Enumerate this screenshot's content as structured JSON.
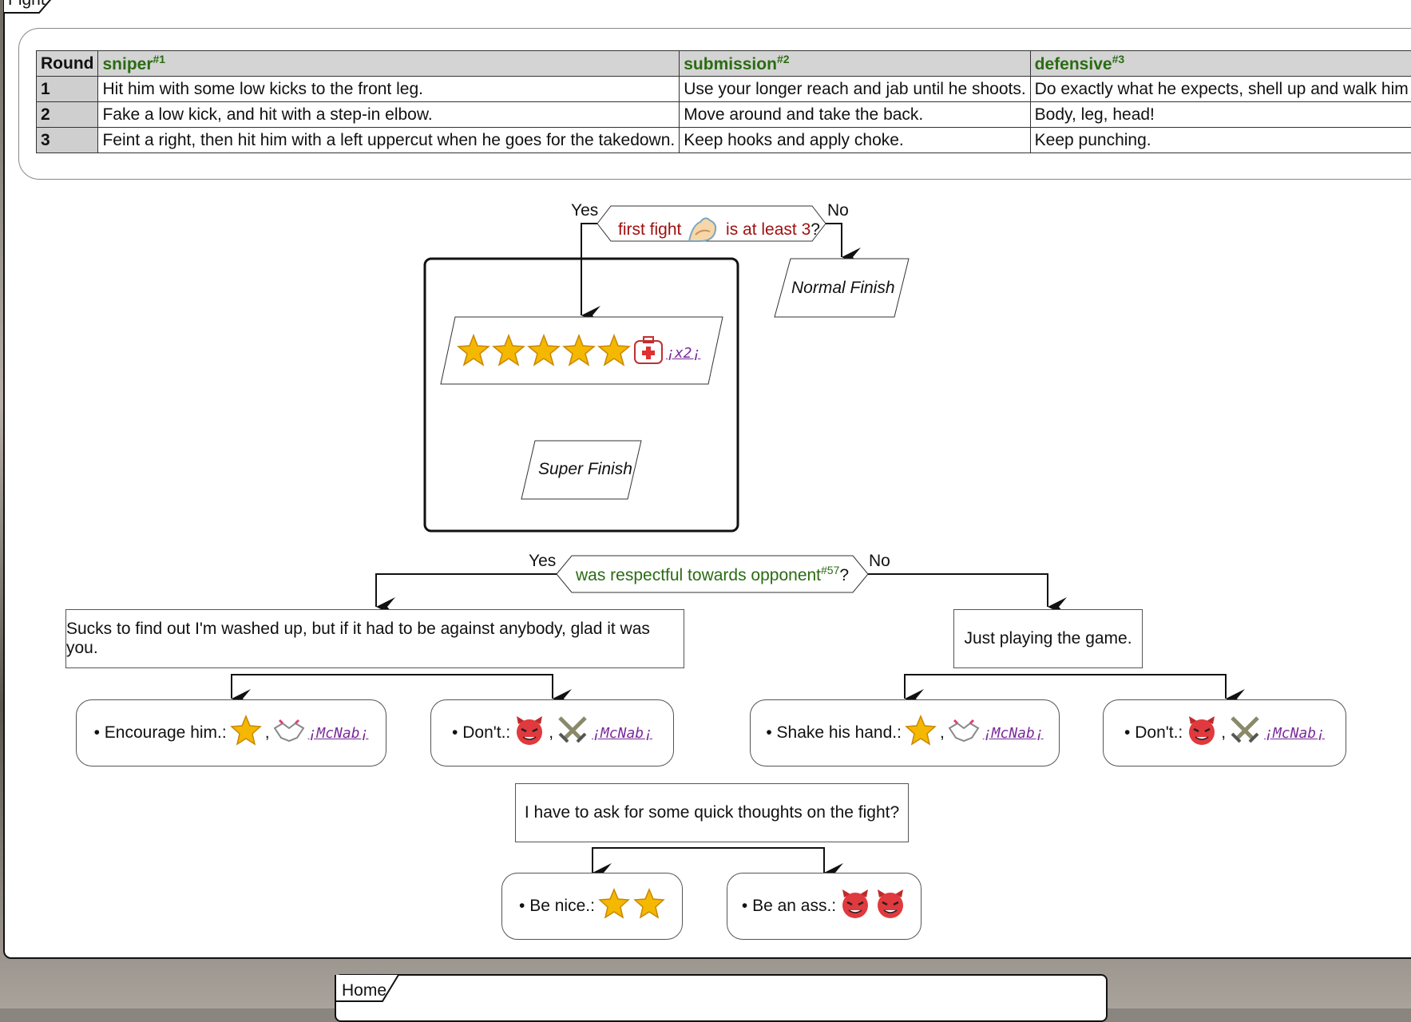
{
  "fight_tab": "Fight",
  "home_tab": "Home",
  "table": {
    "headers": [
      {
        "label": "Round",
        "sup": ""
      },
      {
        "label": "sniper",
        "sup": "#1"
      },
      {
        "label": "submission",
        "sup": "#2"
      },
      {
        "label": "defensive",
        "sup": "#3"
      }
    ],
    "rows": [
      {
        "round": "1",
        "sniper": "Hit him with some low kicks to the front leg.",
        "submission": "Use your longer reach and jab until he shoots.",
        "defensive": "Do exactly what he expects, shell up and walk him down."
      },
      {
        "round": "2",
        "sniper": "Fake a low kick, and hit with a step-in elbow.",
        "submission": "Move around and take the back.",
        "defensive": "Body, leg, head!"
      },
      {
        "round": "3",
        "sniper": "Feint a right, then hit him with a left uppercut when he goes for the takedown.",
        "submission": "Keep hooks and apply choke.",
        "defensive": "Keep punching."
      }
    ]
  },
  "decision1": {
    "part1": "first fight",
    "part2": "is at least 3",
    "q": "?",
    "yes": "Yes",
    "no": "No"
  },
  "reward": {
    "link": "¡x2¡"
  },
  "super_finish": "Super Finish",
  "normal_finish": "Normal Finish",
  "decision2": {
    "text": "was respectful towards opponent",
    "sup": "#57",
    "q": "?",
    "yes": "Yes",
    "no": "No"
  },
  "yes_reply": "Sucks to find out I'm washed up, but if it had to be against anybody, glad it was you.",
  "no_reply": "Just playing the game.",
  "options": {
    "encourage": "Encourage him.:",
    "dont1": "Don't.:",
    "shake": "Shake his hand.:",
    "dont2": "Don't.:",
    "comma": ",",
    "link": "¡McNab¡"
  },
  "question": "I have to ask for some quick thoughts on the fight?",
  "final": {
    "nice": "Be nice.:",
    "ass": "Be an ass.:"
  },
  "colors": {
    "star": "#f5b800",
    "devil": "#e0393e",
    "link": "#7a2a9a",
    "green_text": "#2a6b12",
    "red_text": "#a01010"
  },
  "icons": [
    "star-icon",
    "handshake-icon",
    "devil-icon",
    "swords-icon",
    "flexed-arm-icon",
    "medkit-icon"
  ]
}
